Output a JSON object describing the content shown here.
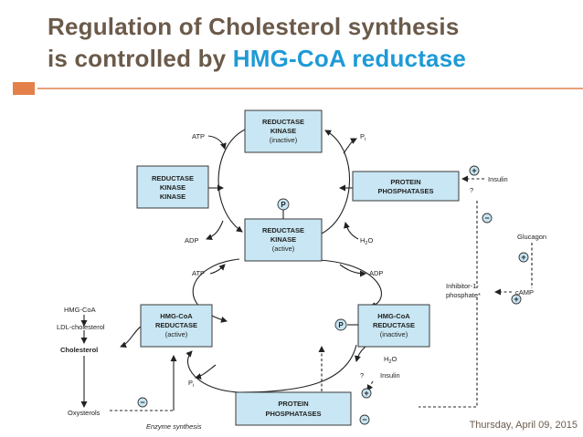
{
  "title": {
    "line1": "Regulation of Cholesterol synthesis",
    "line2_prefix": "is controlled by ",
    "line2_highlight": "HMG-CoA reductase"
  },
  "colors": {
    "title": "#6b5a4a",
    "highlight": "#1f9ad6",
    "accent": "#e4804a",
    "box_fill": "#c8e6f3"
  },
  "diagram": {
    "boxes": {
      "reductase_kinase_inactive": [
        "REDUCTASE",
        "KINASE",
        "(inactive)"
      ],
      "reductase_kinase_kinase": [
        "REDUCTASE",
        "KINASE",
        "KINASE"
      ],
      "protein_phosphatases_top": [
        "PROTEIN",
        "PHOSPHATASES"
      ],
      "reductase_kinase_active": [
        "REDUCTASE",
        "KINASE",
        "(active)"
      ],
      "hmgcoa_reductase_active": [
        "HMG-CoA",
        "REDUCTASE",
        "(active)"
      ],
      "hmgcoa_reductase_inactive": [
        "HMG-CoA",
        "REDUCTASE",
        "(inactive)"
      ],
      "protein_phosphatases_bottom": [
        "PROTEIN",
        "PHOSPHATASES"
      ]
    },
    "labels": {
      "atp_top": "ATP",
      "pi_top": "P",
      "pi_sub": "i",
      "adp_top": "ADP",
      "h2o_top": "H",
      "h2o_sub": "2",
      "h2o_o": "O",
      "atp_mid": "ATP",
      "adp_mid": "ADP",
      "pi_bottom": "P",
      "h2o_bottom": "H",
      "h2o_bottom_sub": "2",
      "h2o_bottom_o": "O",
      "insulin_top": "Insulin",
      "q_top": "?",
      "glucagon": "Glucagon",
      "camp": "cAMP",
      "inhibitor_line1": "Inhibitor-1-",
      "inhibitor_line2": "phosphate*",
      "q_bottom": "?",
      "insulin_bottom": "Insulin",
      "hmgcoa": "HMG-CoA",
      "ldl": "LDL-cholesterol",
      "cholesterol": "Cholesterol",
      "oxysterols": "Oxysterols",
      "enzyme_synthesis": "Enzyme synthesis",
      "phospho": "P"
    },
    "signs": {
      "plus": "+",
      "minus": "−"
    }
  },
  "footer": "Thursday, April 09, 2015"
}
